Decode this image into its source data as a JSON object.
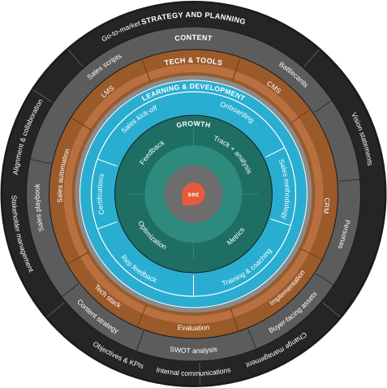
{
  "rings": [
    {
      "key": "strategy",
      "title": "STRATEGY AND PLANNING",
      "fill": "#252525",
      "divider": "#5a5a5a",
      "items": [
        "Vision statements",
        "Change management",
        "Objectives & KPIs",
        "Internal communications",
        "Stakeholder management",
        "Alignment & collaboration",
        "Go-to-market"
      ]
    },
    {
      "key": "content",
      "title": "CONTENT",
      "fill": "#5c5c5c",
      "divider": "#2e2e2e",
      "items": [
        "Battlecards",
        "Personas",
        "Buyer-facing assets",
        "SWOT analysis",
        "Content strategy",
        "Sales playbook",
        "Sales scripts"
      ]
    },
    {
      "key": "tech",
      "title": "TECH & TOOLS",
      "fill": "#9a5a2a",
      "divider": "#6e3c16",
      "items": [
        "CMS",
        "CRM",
        "Implementation",
        "Evaluation",
        "Tech stack",
        "Sales automation",
        "LMS"
      ]
    },
    {
      "key": "learning",
      "title": "LEARNING & DEVELOPMENT",
      "fill": "#29aed1",
      "divider": "#ffffff",
      "items": [
        "Onboarding",
        "Sales methodology",
        "Training & coaching",
        "Rep feedback",
        "Certifications",
        "Sales kick-off"
      ]
    },
    {
      "key": "growth",
      "title": "GROWTH",
      "fill": "#1e6e64",
      "divider": "#2f8a7e",
      "items": [
        "Track + analysis",
        "Metrics",
        "Optimization",
        "Feedback"
      ]
    }
  ],
  "center": {
    "label": "sec",
    "icon": "speech-bubble-logo"
  },
  "colors": {
    "outer_border": "#1a1a1a",
    "ring_gap": "#8a8a8a",
    "tech_inner_band": "#b87040",
    "learning_border": "#ffffff",
    "growth_light": "#2f8a7e",
    "center_disc": "#6d6d6d",
    "logo": "#e85a3c"
  }
}
